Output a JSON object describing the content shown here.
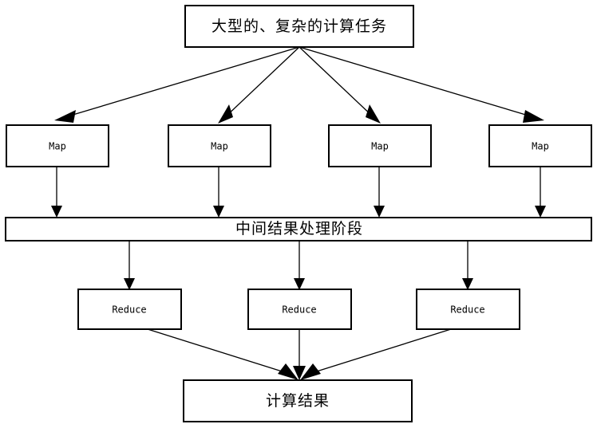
{
  "diagram": {
    "title_node": {
      "label": "大型的、复杂的计算任务",
      "name": "input-task-box"
    },
    "map_stage": {
      "nodes": [
        {
          "label": "Map"
        },
        {
          "label": "Map"
        },
        {
          "label": "Map"
        },
        {
          "label": "Map"
        }
      ]
    },
    "shuffle_stage": {
      "label": "中间结果处理阶段"
    },
    "reduce_stage": {
      "nodes": [
        {
          "label": "Reduce"
        },
        {
          "label": "Reduce"
        },
        {
          "label": "Reduce"
        }
      ]
    },
    "output_node": {
      "label": "计算结果"
    },
    "colors": {
      "background": "#ffffff",
      "stroke": "#000000",
      "fill": "#ffffff",
      "text": "#000000"
    }
  }
}
